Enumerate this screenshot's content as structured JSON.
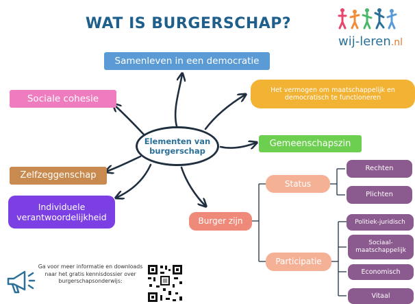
{
  "title": "WAT IS BURGERSCHAP?",
  "logo": {
    "text_main": "wij-leren",
    "text_suffix": ".nl",
    "icon": "people-figures-icon"
  },
  "center": {
    "line1": "Elementen van",
    "line2": "burgerschap"
  },
  "elements": {
    "samenleven": "Samenleven in een democratie",
    "vermogen": "Het vermogen om maatschappelijk en democratisch te functioneren",
    "sociale_cohesie": "Sociale cohesie",
    "gemeenschapszin": "Gemeenschapszin",
    "zelfzeggenschap": "Zelfzeggenschap",
    "individuele": "Individuele verantwoordelijkheid",
    "burger_zijn": "Burger zijn"
  },
  "status": {
    "label": "Status",
    "items": [
      "Rechten",
      "Plichten"
    ]
  },
  "participatie": {
    "label": "Participatie",
    "items": [
      "Politiek-juridisch",
      "Sociaal-maatschappelijk",
      "Economisch",
      "Vitaal"
    ]
  },
  "info": {
    "text": "Ga voor meer informatie en downloads naar het gratis kennisdossier over burgerschapsonderwijs:",
    "icon": "megaphone-icon",
    "qr": "qr-code"
  },
  "colors": {
    "title": "#1f5f8b",
    "samenleven": "#5b9bd5",
    "vermogen": "#f2b233",
    "sociale_cohesie": "#f07cc0",
    "gemeenschapszin": "#6ccf4f",
    "zelfzeggenschap": "#c88a4e",
    "individuele": "#7b3fe4",
    "burger_zijn": "#ef8a7a",
    "status_participatie": "#f5b196",
    "purple_items": "#8b5a8f",
    "connector": "#1f2f3f"
  }
}
